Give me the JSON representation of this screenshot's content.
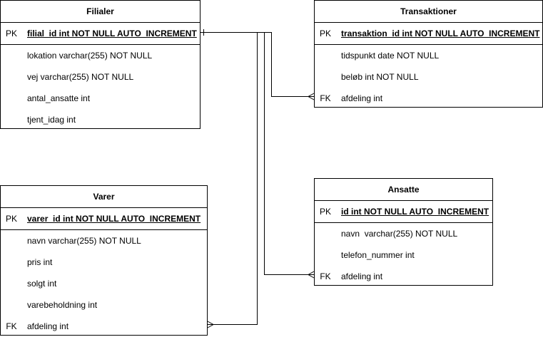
{
  "tables": {
    "filialer": {
      "title": "Filialer",
      "pk_label": "PK",
      "pk": "filial_id int NOT NULL AUTO_INCREMENT",
      "fields": [
        "lokation varchar(255) NOT NULL",
        "vej varchar(255) NOT NULL",
        "antal_ansatte int",
        "tjent_idag int"
      ]
    },
    "transaktioner": {
      "title": "Transaktioner",
      "pk_label": "PK",
      "pk": "transaktion_id int NOT NULL AUTO_INCREMENT",
      "fields": [
        "tidspunkt date NOT NULL",
        "beløb int NOT NULL",
        "afdeling int"
      ],
      "fk_label": "FK"
    },
    "varer": {
      "title": "Varer",
      "pk_label": "PK",
      "pk": "varer_id int NOT NULL AUTO_INCREMENT",
      "fields": [
        "navn varchar(255) NOT NULL",
        "pris int",
        "solgt int",
        "varebeholdning int",
        "afdeling int"
      ],
      "fk_label": "FK"
    },
    "ansatte": {
      "title": "Ansatte",
      "pk_label": "PK",
      "pk": "id int NOT NULL AUTO_INCREMENT",
      "fields": [
        "navn  varchar(255) NOT NULL",
        "telefon_nummer int",
        "afdeling int"
      ],
      "fk_label": "FK"
    }
  },
  "relations": [
    {
      "from": "filialer.filial_id",
      "to": "transaktioner.afdeling",
      "type": "one-to-many"
    },
    {
      "from": "filialer.filial_id",
      "to": "varer.afdeling",
      "type": "one-to-many"
    },
    {
      "from": "filialer.filial_id",
      "to": "ansatte.afdeling",
      "type": "one-to-many"
    }
  ]
}
